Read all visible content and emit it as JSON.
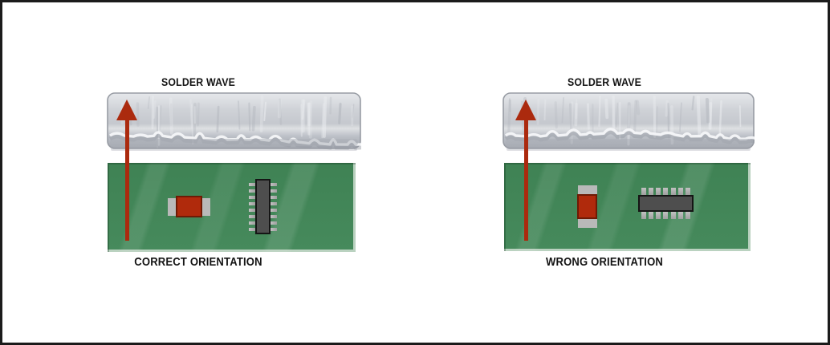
{
  "diagram": {
    "title": "solder-wave-orientation-diagram",
    "colors": {
      "arrow-red": "#ab2a0e",
      "resistor-red": "#b02a0c",
      "resistor-border": "#6e1a05",
      "cap-gray": "#b9b9b9",
      "pcb-green": "#3f8254",
      "pcb-green-2": "#468a5c",
      "ic-body": "#4e4e4e",
      "text-color": "#141414",
      "solder-silver": "#c9ccd2"
    },
    "panels": [
      {
        "id": "left",
        "wave_label": "SOLDER WAVE",
        "caption": "CORRECT ORIENTATION",
        "arrow_icon": "arrow-up-icon",
        "resistor_orientation": "horizontal",
        "ic_orientation": "vertical",
        "ic_pins_per_side": 8
      },
      {
        "id": "right",
        "wave_label": "SOLDER WAVE",
        "caption": "WRONG ORIENTATION",
        "arrow_icon": "arrow-up-icon",
        "resistor_orientation": "vertical",
        "ic_orientation": "horizontal",
        "ic_pins_per_side": 7
      }
    ]
  }
}
